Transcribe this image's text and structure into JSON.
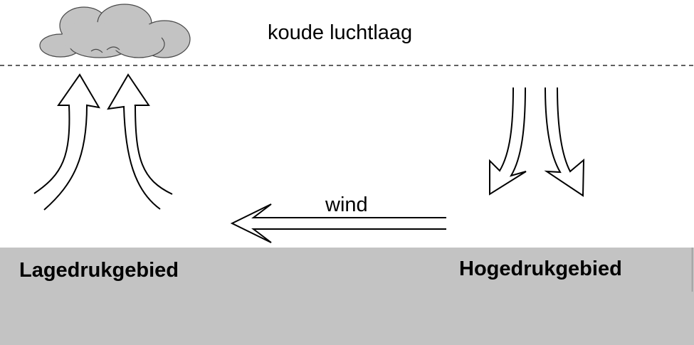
{
  "labels": {
    "cold_layer": "koude luchtlaag",
    "wind": "wind",
    "low_pressure": "Lagedrukgebied",
    "high_pressure": "Hogedrukgebied"
  },
  "colors": {
    "ground": "#c3c3c3",
    "cloud_fill": "#c3c3c3",
    "cloud_stroke": "#4a4a4a",
    "ink": "#000000",
    "background": "#ffffff"
  },
  "icons": {
    "cloud": "cloud-icon",
    "rising_air": "up-arrow-icon",
    "sinking_air": "down-arrow-icon",
    "wind_direction": "left-arrow-icon"
  }
}
